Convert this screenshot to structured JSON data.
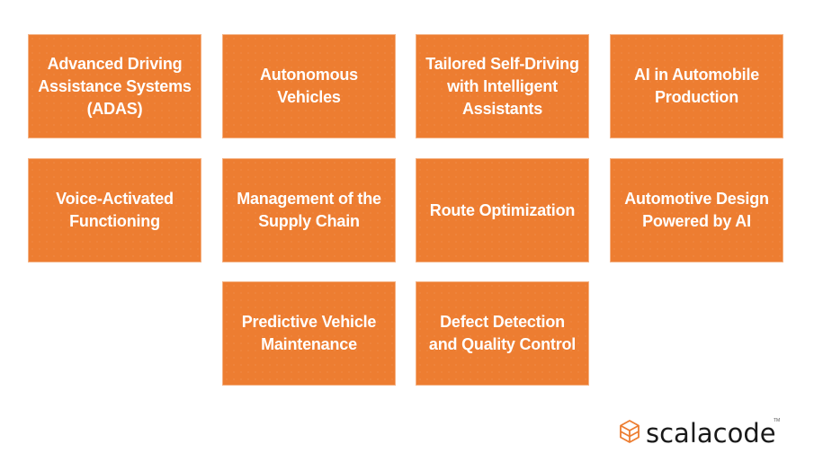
{
  "colors": {
    "card_fill": "#ED7D31",
    "card_text": "#FFFFFF",
    "logo_accent": "#ED7D31",
    "logo_text": "#1A1A1A"
  },
  "cards": [
    {
      "label": "Advanced Driving Assistance Systems (ADAS)"
    },
    {
      "label": "Autonomous Vehicles"
    },
    {
      "label": "Tailored Self-Driving with Intelligent Assistants"
    },
    {
      "label": "AI in Automobile Production"
    },
    {
      "label": "Voice-Activated Functioning"
    },
    {
      "label": "Management of the Supply Chain"
    },
    {
      "label": "Route Optimization"
    },
    {
      "label": "Automotive Design Powered by AI"
    },
    {
      "label": "Predictive Vehicle Maintenance"
    },
    {
      "label": "Defect Detection and Quality Control"
    }
  ],
  "logo": {
    "text": "scalacode",
    "trademark": "TM",
    "icon": "cube-icon"
  }
}
